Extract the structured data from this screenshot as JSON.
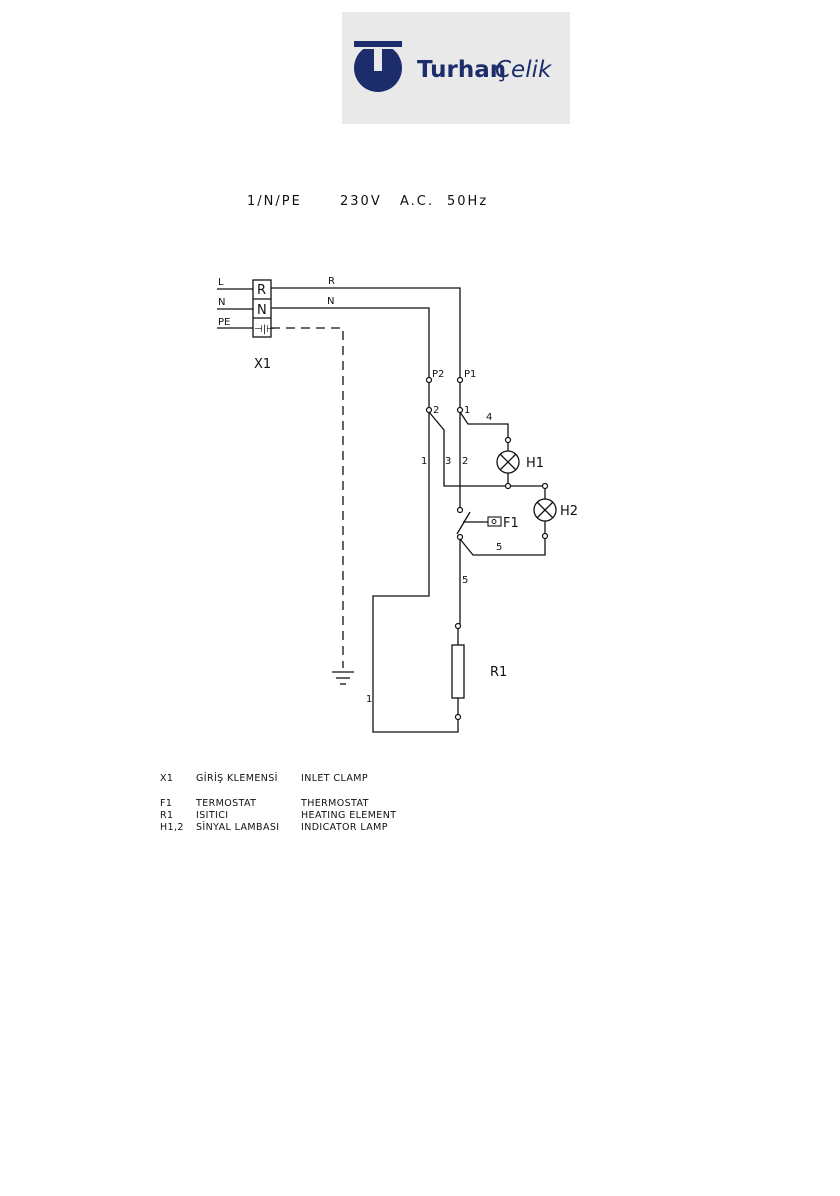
{
  "logo": {
    "text_main": "Turhan",
    "text_accent": "Çelik",
    "colors": {
      "navy": "#1d2d6b",
      "bar": "#1d2d6b",
      "background": "#e9e9e9"
    }
  },
  "supply": {
    "phase_spec": "1/N/PE",
    "voltage": "230V",
    "type": "A.C.",
    "frequency": "50Hz"
  },
  "diagram": {
    "lines": {
      "l": "L",
      "n": "N",
      "pe": "PE"
    },
    "terminal": {
      "r": "R",
      "n": "N",
      "pe_symbol": "⊣|⊢",
      "label": "X1"
    },
    "wires": {
      "r": "R",
      "n": "N",
      "w1": "1",
      "w2": "2",
      "w3": "3",
      "w4": "4",
      "w5": "5",
      "w1b": "1",
      "w5b": "5"
    },
    "switch_contacts": {
      "p2": "P2",
      "p1": "P1",
      "c1": "1",
      "c2": "2"
    },
    "components": {
      "h1": "H1",
      "h2": "H2",
      "f1": "F1",
      "r1": "R1"
    }
  },
  "legend": [
    {
      "code": "X1",
      "tr": "GİRİŞ KLEMENSİ",
      "en": "INLET CLAMP"
    },
    {
      "code": "F1",
      "tr": "TERMOSTAT",
      "en": "THERMOSTAT"
    },
    {
      "code": "R1",
      "tr": "ISITICI",
      "en": "HEATING ELEMENT"
    },
    {
      "code": "H1,2",
      "tr": "SİNYAL LAMBASI",
      "en": "INDICATOR LAMP"
    }
  ]
}
